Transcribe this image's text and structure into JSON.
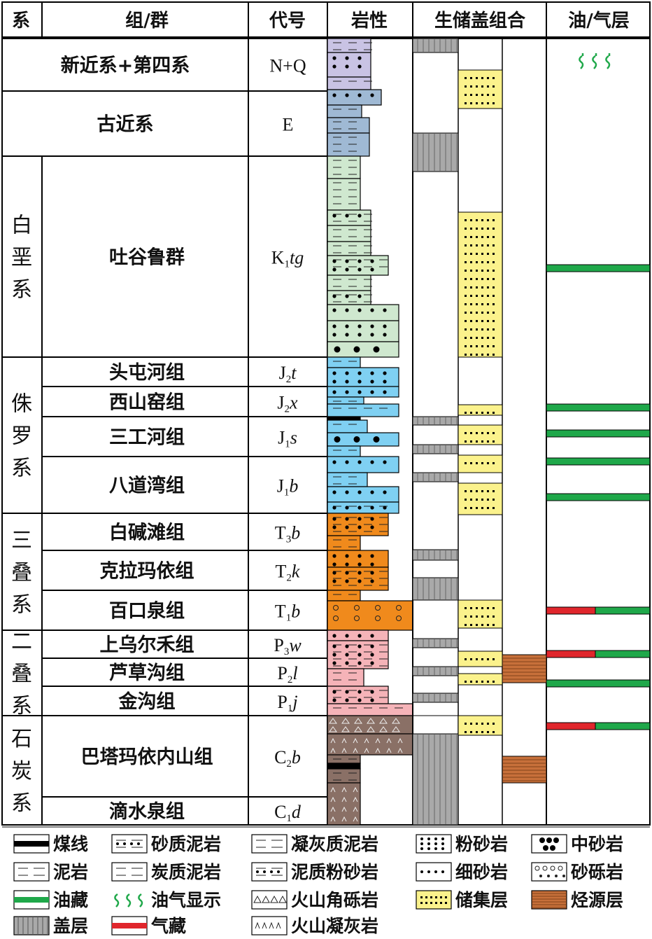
{
  "headers": {
    "system": "系",
    "formation": "组/群",
    "code": "代号",
    "lithology": "岩性",
    "assemblage": "生储盖组合",
    "oil_gas": "油/气层"
  },
  "systems": [
    {
      "label": "新近系+第四系",
      "code": "N+Q",
      "merged": true
    },
    {
      "label": "古近系",
      "code": "E",
      "merged": true
    },
    {
      "label": "白垩系",
      "formations": [
        {
          "name": "吐谷鲁群",
          "code_main": "K",
          "code_sub": "1",
          "code_it": "tg"
        }
      ]
    },
    {
      "label": "侏罗系",
      "formations": [
        {
          "name": "头屯河组",
          "code_main": "J",
          "code_sub": "2",
          "code_it": "t"
        },
        {
          "name": "西山窑组",
          "code_main": "J",
          "code_sub": "2",
          "code_it": "x"
        },
        {
          "name": "三工河组",
          "code_main": "J",
          "code_sub": "1",
          "code_it": "s"
        },
        {
          "name": "八道湾组",
          "code_main": "J",
          "code_sub": "1",
          "code_it": "b"
        }
      ]
    },
    {
      "label": "三叠系",
      "formations": [
        {
          "name": "白碱滩组",
          "code_main": "T",
          "code_sub": "3",
          "code_it": "b"
        },
        {
          "name": "克拉玛依组",
          "code_main": "T",
          "code_sub": "2",
          "code_it": "k"
        },
        {
          "name": "百口泉组",
          "code_main": "T",
          "code_sub": "1",
          "code_it": "b"
        }
      ]
    },
    {
      "label": "二叠系",
      "formations": [
        {
          "name": "上乌尔禾组",
          "code_main": "P",
          "code_sub": "3",
          "code_it": "w"
        },
        {
          "name": "芦草沟组",
          "code_main": "P",
          "code_sub": "2",
          "code_it": "l"
        },
        {
          "name": "金沟组",
          "code_main": "P",
          "code_sub": "1",
          "code_it": "j"
        }
      ]
    },
    {
      "label": "石炭系",
      "formations": [
        {
          "name": "巴塔玛依内山组",
          "code_main": "C",
          "code_sub": "2",
          "code_it": "b"
        },
        {
          "name": "滴水泉组",
          "code_main": "C",
          "code_sub": "1",
          "code_it": "d"
        }
      ]
    }
  ],
  "legend": [
    {
      "key": "coal",
      "label": "煤线"
    },
    {
      "key": "sandy_mudstone",
      "label": "砂质泥岩"
    },
    {
      "key": "tuff_mudstone",
      "label": "凝灰质泥岩"
    },
    {
      "key": "siltstone",
      "label": "粉砂岩"
    },
    {
      "key": "medium_sandstone",
      "label": "中砂岩"
    },
    {
      "key": "mudstone",
      "label": "泥岩"
    },
    {
      "key": "carbon_mudstone",
      "label": "炭质泥岩"
    },
    {
      "key": "muddy_siltstone",
      "label": "泥质粉砂岩"
    },
    {
      "key": "fine_sandstone",
      "label": "细砂岩"
    },
    {
      "key": "glutenite",
      "label": "砂砾岩"
    },
    {
      "key": "oil_reservoir",
      "label": "油藏"
    },
    {
      "key": "oil_show",
      "label": "油气显示"
    },
    {
      "key": "volcanic_breccia",
      "label": "火山角砾岩"
    },
    {
      "key": "reservoir_layer",
      "label": "储集层"
    },
    {
      "key": "source_layer",
      "label": "烃源层"
    },
    {
      "key": "cap_layer",
      "label": "盖层"
    },
    {
      "key": "gas_reservoir",
      "label": "气藏"
    },
    {
      "key": "volcanic_tuff",
      "label": "火山凝灰岩"
    }
  ],
  "colors": {
    "quaternary": "#c9c3e4",
    "paleogene": "#9fb9d4",
    "cretaceous": "#cfe8cf",
    "jurassic": "#7fd0f2",
    "triassic": "#f08a1c",
    "permian": "#f5b3b8",
    "carboniferous": "#8a7066",
    "reservoir": "#fbf28c",
    "source": "#c7703a",
    "cap": "#a9a9a9",
    "oil": "#1fa84a",
    "gas": "#e0262c"
  }
}
